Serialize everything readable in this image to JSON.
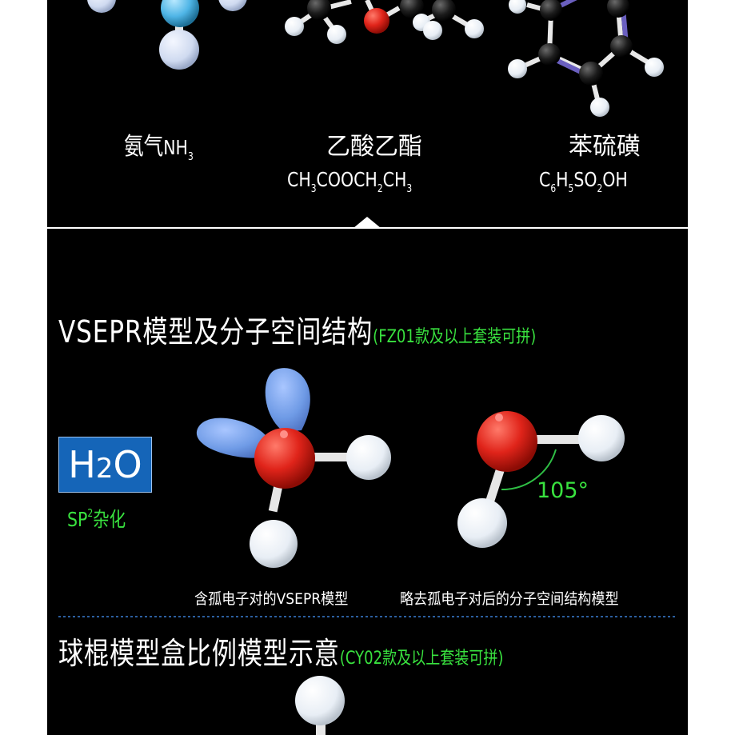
{
  "top_section": {
    "ammonia": {
      "name": "氨气",
      "formula_main": "NH",
      "formula_sub": "3"
    },
    "ethyl_acetate": {
      "name": "乙酸乙酯",
      "formula": [
        {
          "text": "CH"
        },
        {
          "sub": "3"
        },
        {
          "text": "COOCH"
        },
        {
          "sub": "2"
        },
        {
          "text": "CH"
        },
        {
          "sub": "3"
        }
      ]
    },
    "benzenesulfonic": {
      "name": "苯硫磺",
      "formula": [
        {
          "text": "C"
        },
        {
          "sub": "6"
        },
        {
          "text": "H"
        },
        {
          "sub": "5"
        },
        {
          "text": "SO"
        },
        {
          "sub": "2"
        },
        {
          "text": "OH"
        }
      ]
    }
  },
  "vsepr_section": {
    "title": "VSEPR模型及分子空间结构",
    "note": "(FZ01款及以上套装可拼)",
    "label_box": {
      "main_1": "H",
      "sub": "2",
      "main_2": "O"
    },
    "hybridization": {
      "base": "SP",
      "sup": "2",
      "suffix": "杂化"
    },
    "angle_label": "105°",
    "caption_left": "含孤电子对的VSEPR模型",
    "caption_right": "略去孤电子对后的分子空间结构模型"
  },
  "ball_stick_section": {
    "title": "球棍模型盒比例模型示意",
    "note": "(CY02款及以上套装可拼)"
  },
  "colors": {
    "background": "#000000",
    "text": "#ffffff",
    "note_green": "#39e23f",
    "box_blue": "#1565b8",
    "oxygen_red": "#e0241a",
    "lone_pair_blue": "#6f9be6",
    "hydrogen_white": "#f4f4f4",
    "nitrogen_cyan": "#4fb5e6",
    "bond_purple": "#6a5fbf",
    "dashed_divider": "#3b7fd6"
  }
}
